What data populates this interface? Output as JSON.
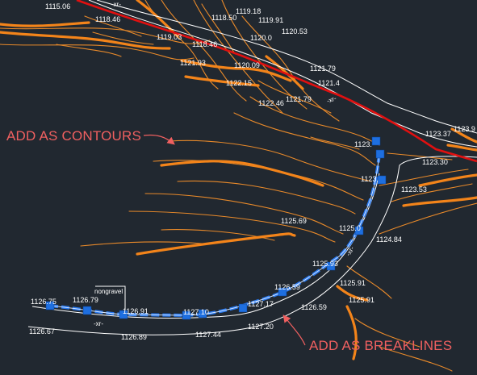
{
  "annotations": {
    "contours": "ADD AS CONTOURS",
    "breaklines": "ADD AS BREAKLINES"
  },
  "elevations": {
    "e1115_06": "1115.06",
    "e1118_46a": "1118.46",
    "e1118_50": "1118.50",
    "e1119_18": "1119.18",
    "e1119_91": "1119.91",
    "e1119_03": "1119.03",
    "e1118_46b": "1118.46",
    "e1120_0x": "1120.0",
    "e1120_53": "1120.53",
    "e1121_93": "1121.93",
    "e1120_09": "1120.09",
    "e1121_79a": "1121.79",
    "e1122_15": "1122.15",
    "e1121_4x": "1121.4",
    "e1122_46": "1122.46",
    "e1121_79b": "1121.79",
    "e1123_37": "1123.37",
    "e1123_9x": "1123.9",
    "e1123_p": "1123.",
    "e1123_30": "1123.30",
    "e1123_q": "1123.",
    "e1123_53": "1123.53",
    "e1125_69": "1125.69",
    "e1125_0x": "1125.0",
    "e1124_84": "1124.84",
    "e1125_93": "1125.93",
    "e1125_91a": "1125.91",
    "e1125_91b": "1125.91",
    "e1126_59a": "1126.59",
    "e1126_59b": "1126.59",
    "e1126_75": "1126.75",
    "e1126_79": "1126.79",
    "e1126_91": "1126.91",
    "e1127_10": "1127.10",
    "e1127_17": "1127.17",
    "e1127_20": "1127.20",
    "e1127_44": "1127.44",
    "e1126_89": "1126.89",
    "e1126_67": "1126.67"
  },
  "labels": {
    "nongravel": "nongravel",
    "fence_mark": "-xr-"
  },
  "colors": {
    "background": "#212830",
    "contour": "#f3841a",
    "road_edge": "#ffffff",
    "red_line": "#e01010",
    "breakline": "#1e6fe0",
    "annotation": "#f06060"
  }
}
